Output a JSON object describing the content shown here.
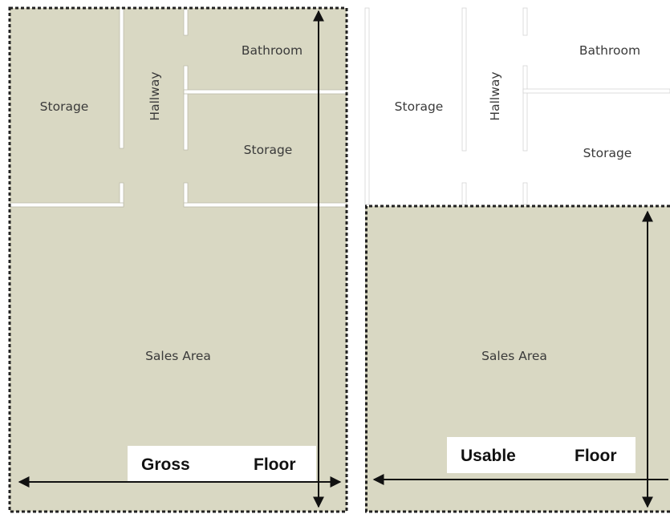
{
  "colors": {
    "floor_fill": "#d9d8c3",
    "wall": "#ffffff",
    "wall_edge": "#bdbcab",
    "dash_border": "#222222",
    "arrow": "#111111",
    "label_box": "#ffffff"
  },
  "left_plan": {
    "rooms": {
      "bathroom": "Bathroom",
      "storage_left": "Storage",
      "hallway": "Hallway",
      "storage_right": "Storage",
      "sales_area": "Sales Area"
    },
    "label_words": [
      "Gross",
      "Floor"
    ],
    "shaded_region": "whole floor"
  },
  "right_plan": {
    "rooms": {
      "bathroom": "Bathroom",
      "storage_left": "Storage",
      "hallway": "Hallway",
      "storage_right": "Storage",
      "sales_area": "Sales Area"
    },
    "label_words": [
      "Usable",
      "Floor"
    ],
    "shaded_region": "sales area only"
  }
}
